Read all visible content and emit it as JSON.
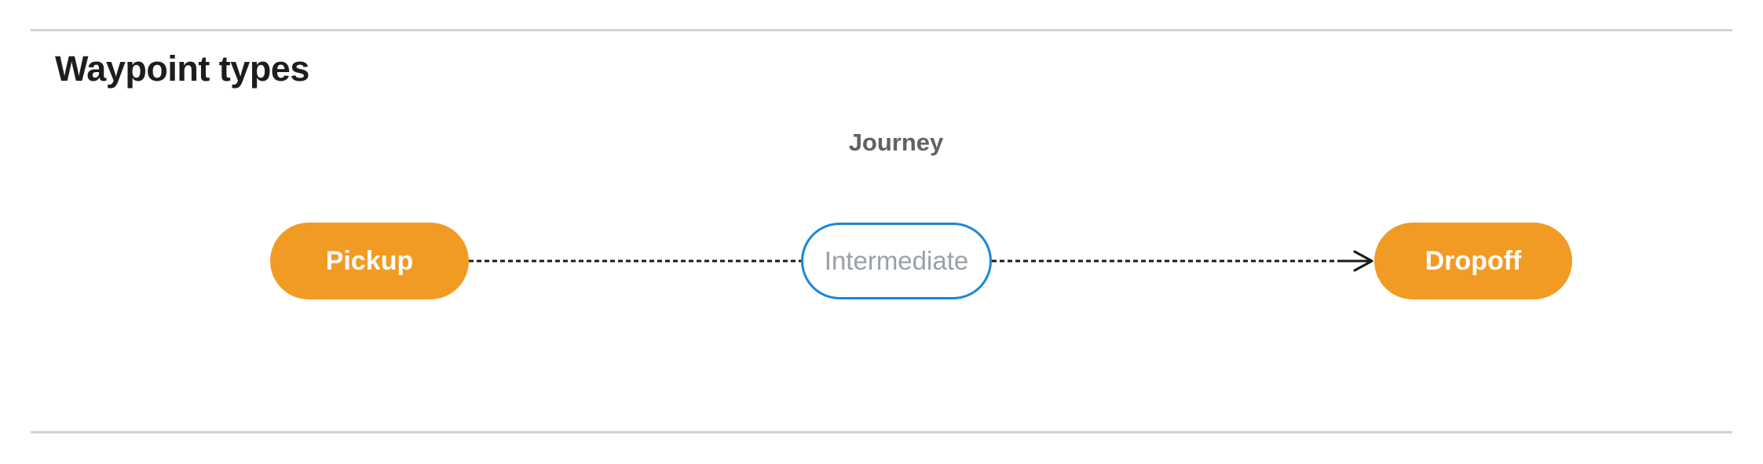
{
  "page": {
    "title": "Waypoint types"
  },
  "diagram": {
    "label": "Journey",
    "nodes": [
      {
        "id": "pickup",
        "label": "Pickup",
        "type": "terminal"
      },
      {
        "id": "intermediate",
        "label": "Intermediate",
        "type": "intermediate"
      },
      {
        "id": "dropoff",
        "label": "Dropoff",
        "type": "terminal"
      }
    ],
    "connectors": [
      {
        "from": "pickup",
        "to": "intermediate",
        "style": "dashed",
        "arrowhead": false
      },
      {
        "from": "intermediate",
        "to": "dropoff",
        "style": "dashed",
        "arrowhead": true
      }
    ],
    "colors": {
      "terminal_fill": "#F29B24",
      "terminal_text": "#FFFFFF",
      "intermediate_border": "#1B87D8",
      "intermediate_text": "#9AA0A6",
      "connector": "#1A1A1A",
      "divider": "#D2D2D2",
      "heading_text": "#1D1D1D",
      "journey_text": "#616161"
    }
  }
}
